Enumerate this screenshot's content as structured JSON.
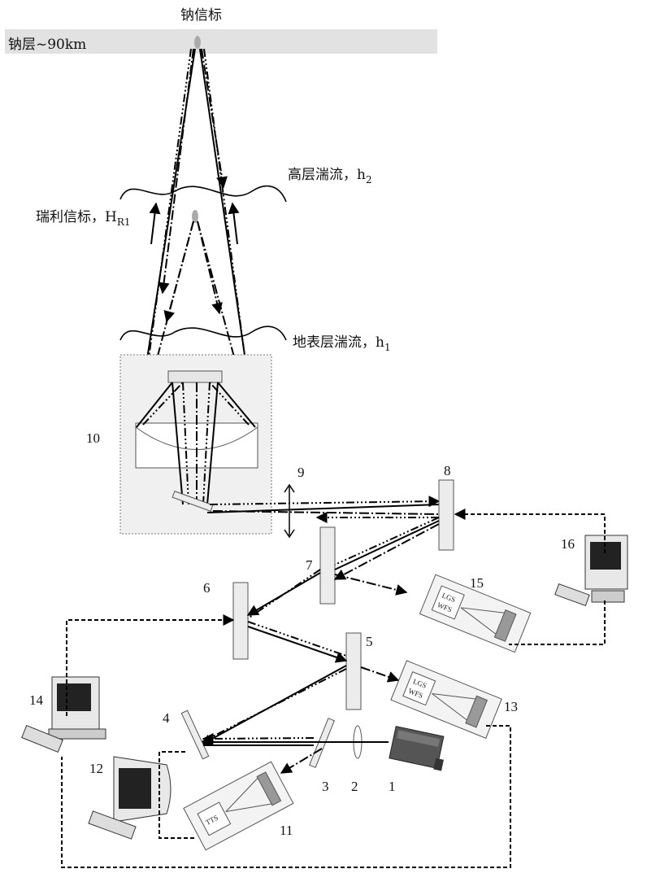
{
  "labels": {
    "sodium_beacon": "钠信标",
    "sodium_layer": "钠层~90km",
    "rayleigh_beacon": "瑞利信标，",
    "rayleigh_height": "H",
    "rayleigh_height_sub": "R1",
    "high_turbulence": "高层湍流，h",
    "high_turbulence_sub": "2",
    "ground_turbulence": "地表层湍流，h",
    "ground_turbulence_sub": "1"
  },
  "device_text": {
    "lgs_wfs_top": "LGS",
    "lgs_wfs_bottom": "WFS",
    "tts": "TTS"
  },
  "component_numbers": [
    "1",
    "2",
    "3",
    "4",
    "5",
    "6",
    "7",
    "8",
    "9",
    "10",
    "11",
    "12",
    "13",
    "14",
    "15",
    "16"
  ],
  "colors": {
    "beam": "#000000",
    "plate_fill": "#ececec",
    "layer_band": "#e2e2e2",
    "telescope_frame": "#f0f0f0"
  }
}
